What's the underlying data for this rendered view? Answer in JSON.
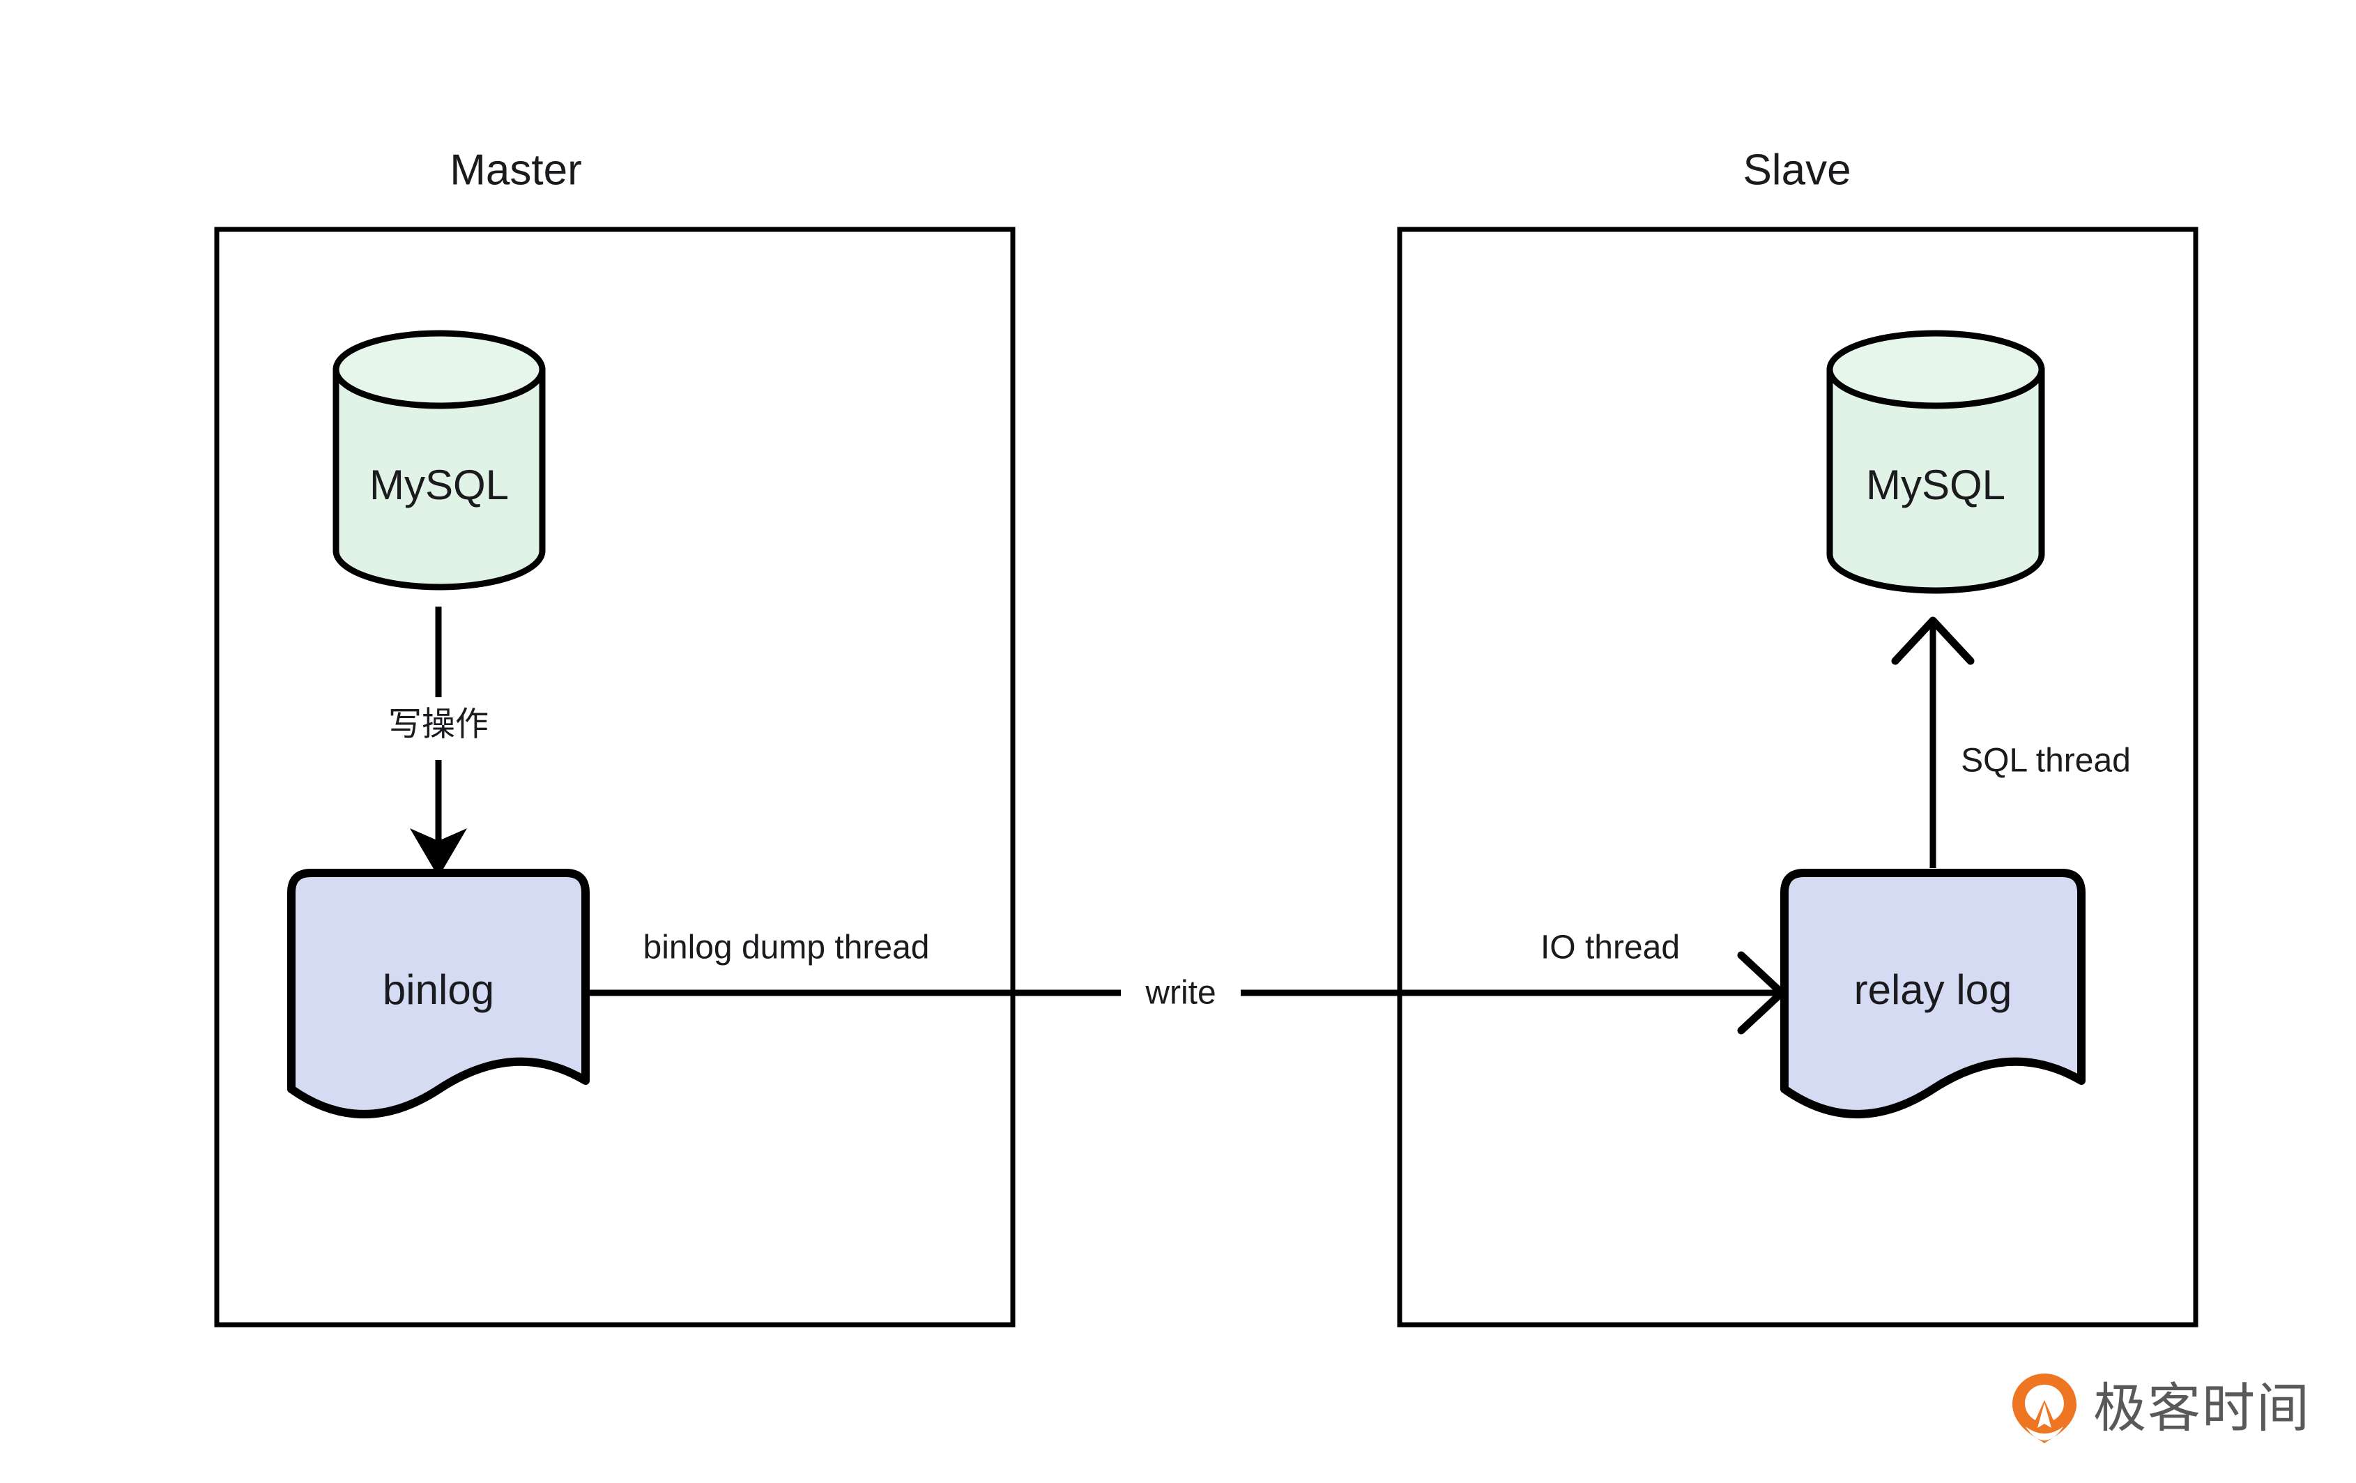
{
  "diagram": {
    "title_master": "Master",
    "title_slave": "Slave",
    "groups": [
      {
        "id": "master",
        "label": "Master"
      },
      {
        "id": "slave",
        "label": "Slave"
      }
    ],
    "nodes": [
      {
        "id": "master-mysql",
        "label": "MySQL",
        "shape": "cylinder",
        "fill": "#e1f3e6",
        "stroke": "#000000"
      },
      {
        "id": "master-binlog",
        "label": "binlog",
        "shape": "document",
        "fill": "#d5dbf2",
        "stroke": "#000000"
      },
      {
        "id": "slave-relaylog",
        "label": "relay log",
        "shape": "document",
        "fill": "#d5dbf2",
        "stroke": "#000000"
      },
      {
        "id": "slave-mysql",
        "label": "MySQL",
        "shape": "cylinder",
        "fill": "#e1f3e6",
        "stroke": "#000000"
      }
    ],
    "edges": [
      {
        "id": "write-op",
        "label": "写操作",
        "from": "master-mysql",
        "to": "master-binlog",
        "direction": "down"
      },
      {
        "id": "binlog-dump",
        "label": "binlog dump thread",
        "from": "master-binlog",
        "to": "slave-relaylog",
        "direction": "right"
      },
      {
        "id": "write",
        "label": "write",
        "from": "master-binlog",
        "to": "slave-relaylog",
        "direction": "right"
      },
      {
        "id": "io-thread",
        "label": "IO thread",
        "from": "master-binlog",
        "to": "slave-relaylog",
        "direction": "right"
      },
      {
        "id": "sql-thread",
        "label": "SQL thread",
        "from": "slave-relaylog",
        "to": "slave-mysql",
        "direction": "up"
      }
    ]
  },
  "watermark": {
    "brand": "极客时间",
    "mark_color": "#ee7623",
    "text_color": "#595959",
    "icon": "geektime-pin-icon"
  },
  "colors": {
    "background": "#ffffff",
    "outline": "#000000",
    "db_fill": "#e1f3e6",
    "log_fill": "#d5dbf2",
    "text": "#1b1b1f"
  }
}
